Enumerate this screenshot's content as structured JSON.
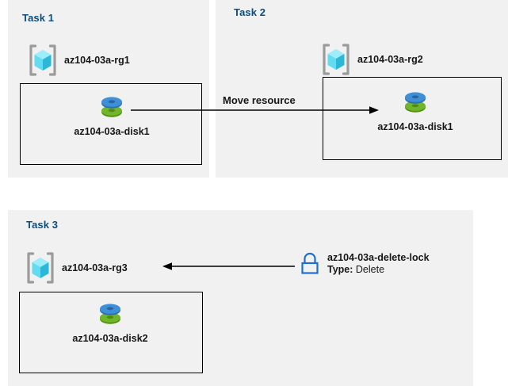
{
  "diagram": {
    "title": "Azure resource group tasks diagram",
    "background": "#ffffff",
    "panel_background": "#f1f1f1",
    "panel_title_color": "#0a4d81",
    "text_color": "#161616",
    "border_color": "#000000"
  },
  "panels": [
    {
      "id": "task1",
      "title": "Task 1",
      "resource_group": {
        "icon": "resource-group-icon",
        "label": "az104-03a-rg1"
      },
      "resources": [
        {
          "icon": "managed-disk-icon",
          "label": "az104-03a-disk1"
        }
      ]
    },
    {
      "id": "task2",
      "title": "Task 2",
      "resource_group": {
        "icon": "resource-group-icon",
        "label": "az104-03a-rg2"
      },
      "resources": [
        {
          "icon": "managed-disk-icon",
          "label": "az104-03a-disk1"
        }
      ]
    },
    {
      "id": "task3",
      "title": "Task 3",
      "resource_group": {
        "icon": "resource-group-icon",
        "label": "az104-03a-rg3"
      },
      "resources": [
        {
          "icon": "managed-disk-icon",
          "label": "az104-03a-disk2"
        }
      ],
      "lock": {
        "icon": "lock-icon",
        "label": "az104-03a-delete-lock",
        "type_label": "Type:",
        "type_value": "Delete",
        "icon_color": "#1f6fd0"
      }
    }
  ],
  "connectors": [
    {
      "id": "move-resource",
      "label": "Move resource",
      "direction": "right",
      "from": "az104-03a-disk1 (Task 1)",
      "to": "az104-03a-disk1 (Task 2)"
    },
    {
      "id": "lock-applies-to",
      "label": "",
      "direction": "left",
      "from": "az104-03a-delete-lock",
      "to": "az104-03a-rg3"
    }
  ],
  "icon_colors": {
    "resource_group_cube_light": "#86e3f5",
    "resource_group_cube_mid": "#50d9f0",
    "resource_group_cube_dark": "#2bb8d8",
    "resource_group_bracket": "#9b9b9b",
    "disk_blue": "#3f8fd8",
    "disk_blue_dark": "#2f6fb0",
    "disk_green": "#6fb62c",
    "disk_green_dark": "#55900f",
    "lock_blue": "#1f6fd0"
  }
}
